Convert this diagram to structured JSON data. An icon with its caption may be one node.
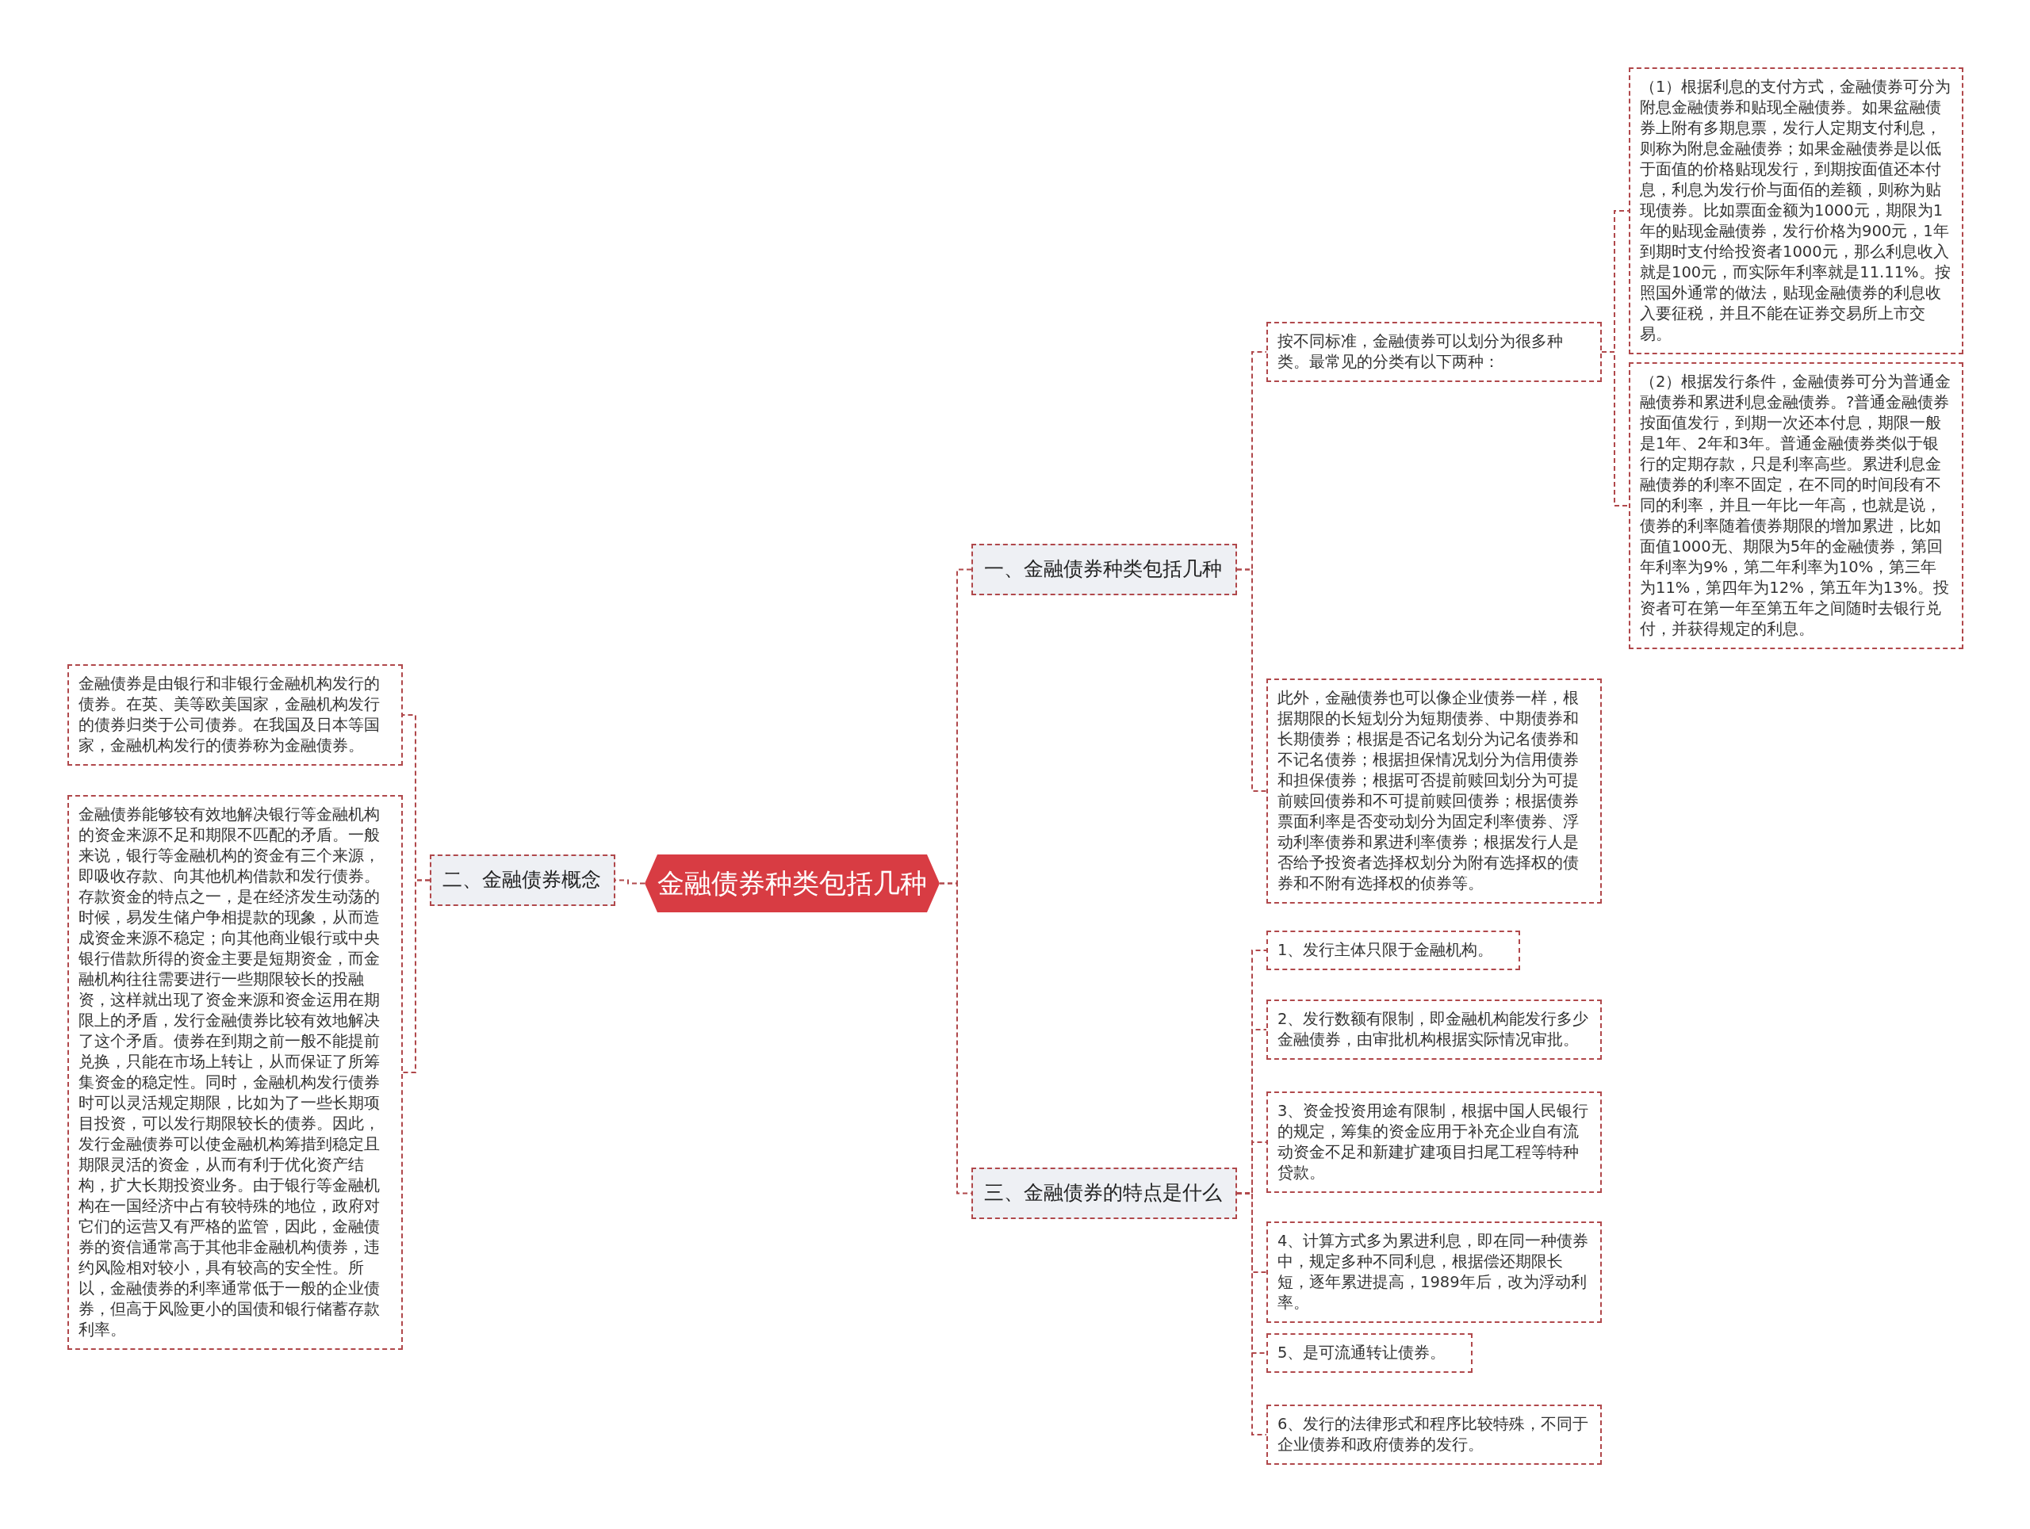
{
  "diagram": {
    "nodes": [
      {
        "text": [
          "金融债券种类包括几种"
        ]
      },
      {
        "text": [
          "一、金融债券种类包括几种"
        ]
      },
      {
        "text": [
          "按不同标准，金融债券可以划分为很多种类。最常见的分类有以下两种："
        ]
      },
      {
        "text": [
          "（1）根据利息的支付方式，金融债券可分为附息金融债券和贴现全融债券。如果盆融债券上附有多期息票，发行人定期支付利息，则称为附息金融债券；如果金融债券是以低于面值的价格贴现发行，到期按面值还本付息，利息为发行价与面佰的差额，则称为贴现债券。比如票面金额为1000元，期限为1年的贴现金融债券，发行价格为900元，1年到期时支付给投资者1000元，那么利息收入就是100元，而实际年利率就是11.11%。按照国外通常的做法，贴现金融债券的利息收入要征税，并且不能在证券交易所上市交易。"
        ]
      },
      {
        "text": [
          "（2）根据发行条件，金融债券可分为普通金融债券和累进利息金融债券。?普通金融债券按面值发行，到期一次还本付息，期限一般是1年、2年和3年。普通金融债券类似于银行的定期存款，只是利率高些。累进利息金融债券的利率不固定，在不同的时间段有不同的利率，并且一年比一年高，也就是说，债券的利率随着债券期限的增加累进，比如面值1000无、期限为5年的金融债券，第回年利率为9%，第二年利率为10%，第三年为11%，第四年为12%，第五年为13%。投资者可在第一年至第五年之间随时去银行兑付，并获得规定的利息。"
        ]
      },
      {
        "text": [
          "此外，金融债券也可以像企业债券一样，根据期限的长短划分为短期债券、中期债券和长期债券；根据是否记名划分为记名债券和不记名债券；根据担保情况划分为信用债券和担保债券；根据可否提前赎回划分为可提前赎回债券和不可提前赎回债券；根据债券票面利率是否变动划分为固定利率债券、浮动利率债券和累进利率债券；根据发行人是否给予投资者选择权划分为附有选择权的债券和不附有选择权的侦券等。"
        ]
      },
      {
        "text": [
          "二、金融债券概念"
        ]
      },
      {
        "text": [
          "金融债券是由银行和非银行金融机构发行的债券。在英、美等欧美国家，金融机构发行的债券归类于公司债券。在我国及日本等国家，金融机构发行的债券称为金融债券。"
        ]
      },
      {
        "text": [
          "金融债券能够较有效地解决银行等金融机构的资金来源不足和期限不匹配的矛盾。一般来说，银行等金融机构的资金有三个来源，即吸收存款、向其他机构借款和发行债券。存款资金的特点之一，是在经济发生动荡的时候，易发生储户争相提款的现象，从而造成资金来源不稳定；向其他商业银行或中央银行借款所得的资金主要是短期资金，而金融机构往往需要进行一些期限较长的投融资，这样就出现了资金来源和资金运用在期限上的矛盾，发行金融债券比较有效地解决了这个矛盾。债券在到期之前一般不能提前兑换，只能在市场上转让，从而保证了所筹集资金的稳定性。同时，金融机构发行债券时可以灵活规定期限，比如为了一些长期项目投资，可以发行期限较长的债券。因此，发行金融债券可以使金融机构筹措到稳定且期限灵活的资金，从而有利于优化资产结构，扩大长期投资业务。由于银行等金融机构在一国经济中占有较特殊的地位，政府对它们的运营又有严格的监管，因此，金融债券的资信通常高于其他非金融机构债券，违约风险相对较小，具有较高的安全性。所以，金融债券的利率通常低于一般的企业债券，但高于风险更小的国债和银行储蓄存款利率。"
        ]
      },
      {
        "text": [
          "三、金融债券的特点是什么"
        ]
      },
      {
        "text": [
          "1、发行主体只限于金融机构。"
        ]
      },
      {
        "text": [
          "2、发行数额有限制，即金融机构能发行多少金融债券，由审批机构根据实际情况审批。"
        ]
      },
      {
        "text": [
          "3、资金投资用途有限制，根据中国人民银行的规定，筹集的资金应用于补充企业自有流动资金不足和新建扩建项目扫尾工程等特种贷款。"
        ]
      },
      {
        "text": [
          "4、计算方式多为累进利息，即在同一种债券中，规定多种不同利息，根据偿还期限长短，逐年累进提高，1989年后，改为浮动利率。"
        ]
      },
      {
        "text": [
          "5、是可流通转让债券。"
        ]
      },
      {
        "text": [
          "6、发行的法律形式和程序比较特殊，不同于企业债券和政府债券的发行。"
        ]
      }
    ],
    "edges": [
      {
        "from": 0,
        "to": 1,
        "arrow": "none"
      },
      {
        "from": 1,
        "to": 2,
        "arrow": "none"
      },
      {
        "from": 2,
        "to": 3,
        "arrow": "none"
      },
      {
        "from": 2,
        "to": 4,
        "arrow": "none"
      },
      {
        "from": 1,
        "to": 5,
        "arrow": "none"
      },
      {
        "from": 0,
        "to": 6,
        "arrow": "none"
      },
      {
        "from": 6,
        "to": 7,
        "arrow": "none"
      },
      {
        "from": 6,
        "to": 8,
        "arrow": "none"
      },
      {
        "from": 0,
        "to": 9,
        "arrow": "none"
      },
      {
        "from": 9,
        "to": 10,
        "arrow": "none"
      },
      {
        "from": 9,
        "to": 11,
        "arrow": "none"
      },
      {
        "from": 9,
        "to": 12,
        "arrow": "none"
      },
      {
        "from": 9,
        "to": 13,
        "arrow": "none"
      },
      {
        "from": 9,
        "to": 14,
        "arrow": "none"
      },
      {
        "from": 9,
        "to": 15,
        "arrow": "none"
      }
    ]
  }
}
